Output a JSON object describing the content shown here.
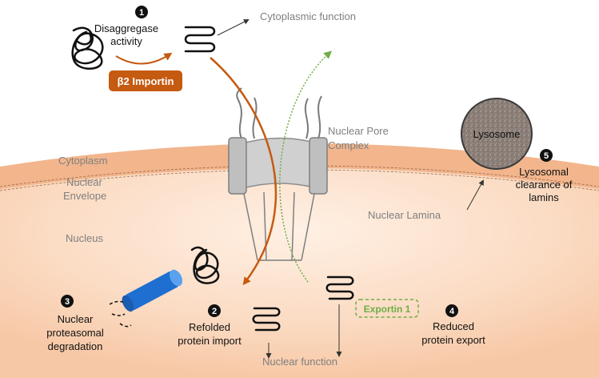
{
  "labels": {
    "step1_num": "1",
    "step1_line1": "Disaggregase",
    "step1_line2": "activity",
    "importin": "β2 Importin",
    "cytoplasmic_function": "Cytoplasmic function",
    "npc_line1": "Nuclear Pore",
    "npc_line2": "Complex",
    "cytoplasm": "Cytoplasm",
    "envelope_line1": "Nuclear",
    "envelope_line2": "Envelope",
    "nucleus": "Nucleus",
    "lysosome": "Lysosome",
    "step5_num": "5",
    "step5_line1": "Lysosomal",
    "step5_line2": "clearance of",
    "step5_line3": "lamins",
    "nuclear_lamina": "Nuclear Lamina",
    "step3_num": "3",
    "step3_line1": "Nuclear",
    "step3_line2": "proteasomal",
    "step3_line3": "degradation",
    "step2_num": "2",
    "step2_line1": "Refolded",
    "step2_line2": "protein import",
    "exportin": "Exportin 1",
    "step4_num": "4",
    "step4_line1": "Reduced",
    "step4_line2": "protein export",
    "nuclear_function": "Nuclear function"
  },
  "colors": {
    "importin_orange": "#c55a11",
    "exportin_green": "#70ad47",
    "proteasome_blue": "#1f6fd0",
    "label_gray": "#7f7f7f"
  }
}
